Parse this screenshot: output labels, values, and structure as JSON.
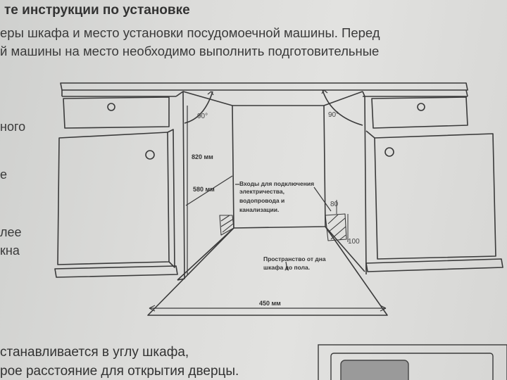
{
  "header": {
    "title": "те инструкции по установке"
  },
  "intro": {
    "line1": "еры шкафа и место установки посудомоечной машины. Перед",
    "line2": "й машины на место необходимо выполнить подготовительные"
  },
  "side_text": {
    "line1": "ного",
    "line2": "е",
    "line3": "лее",
    "line4": "кна"
  },
  "diagram": {
    "angle_left": "90°",
    "angle_right": "90°",
    "height_label": "820 мм",
    "depth_label": "580 мм",
    "connections_label": [
      "Входы для подключения",
      "электричества,",
      "водопровода и",
      "канализации."
    ],
    "dim_80": "80",
    "dim_100": "100",
    "floor_space_label": [
      "Пространство от дна",
      "шкафа до пола."
    ],
    "width_label": "450 мм"
  },
  "footer": {
    "line1": "станавливается в углу шкафа,",
    "line2": "рое расстояние для открытия дверцы."
  }
}
